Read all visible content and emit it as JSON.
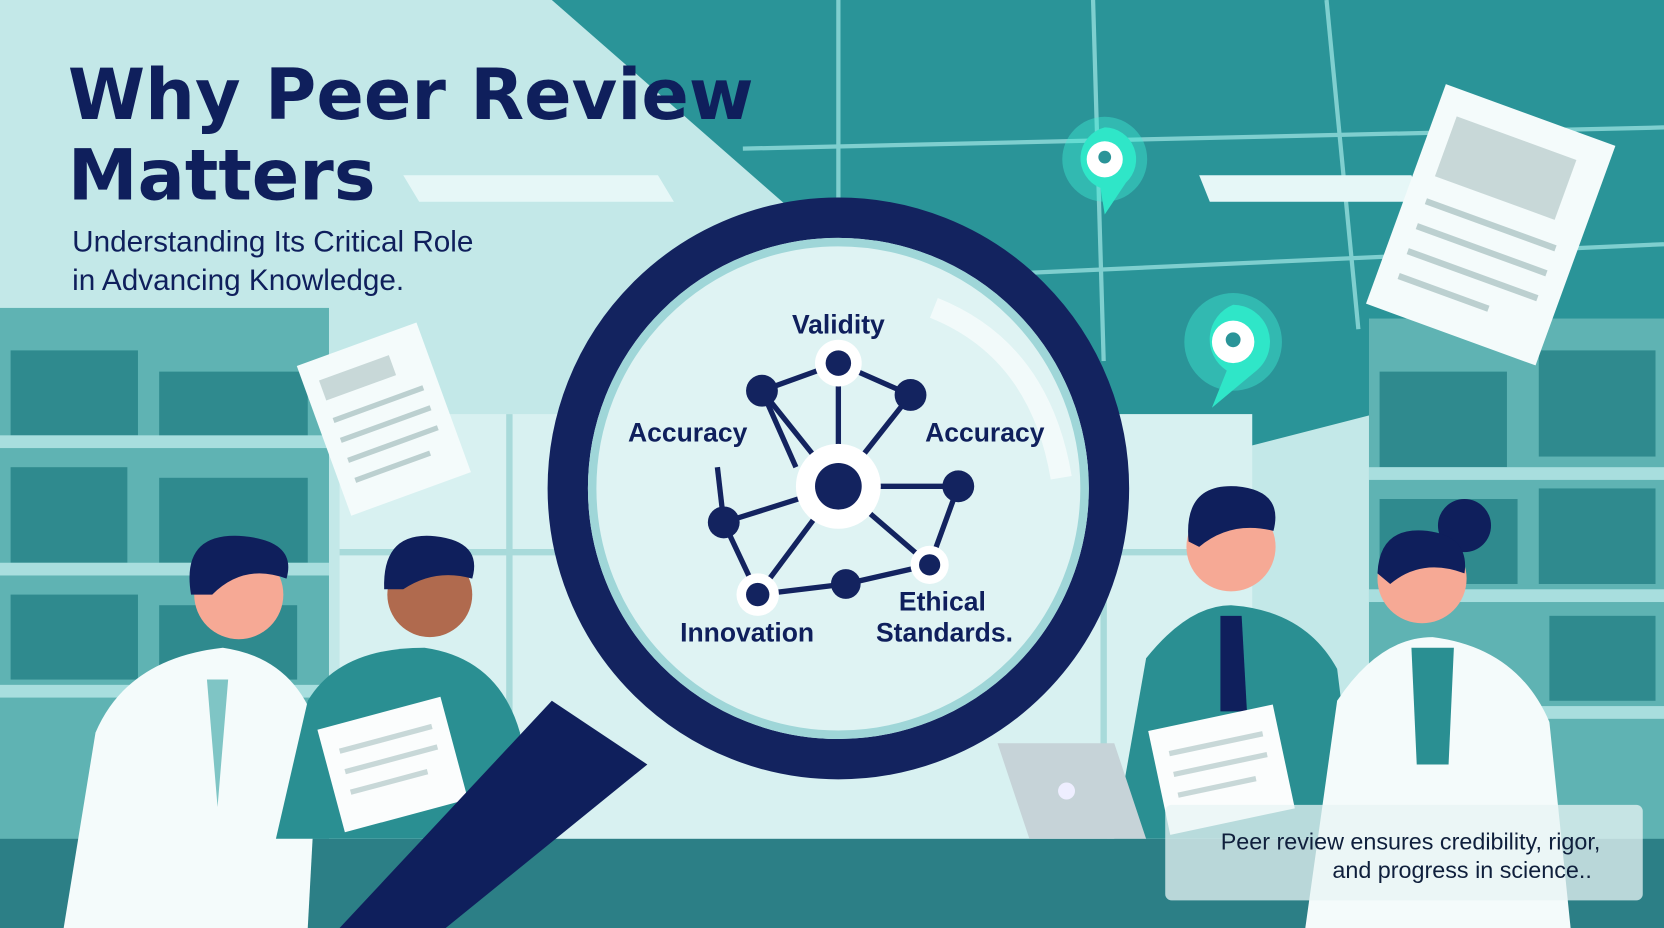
{
  "title": {
    "line1": "Why Peer Review",
    "line2": "Matters"
  },
  "subtitle": {
    "line1": "Understanding Its Critical Role",
    "line2": "in Advancing Knowledge."
  },
  "magnifier": {
    "nodes": {
      "top": "Validity",
      "left": "Accuracy",
      "right": "Accuracy",
      "bottom_left": "Innovation",
      "bottom_right_1": "Ethical",
      "bottom_right_2": "Standards."
    }
  },
  "caption": {
    "line1": "Peer review ensures credibility, rigor,",
    "line2": "and progress in science.."
  },
  "colors": {
    "navy": "#0f1f5c",
    "teal": "#2a8f92",
    "light": "#bfe6e6",
    "glow": "#3ff0d6"
  },
  "icons": [
    "location-pin-icon",
    "location-pin-icon",
    "document-icon",
    "magnifying-glass-icon",
    "laptop-icon"
  ]
}
